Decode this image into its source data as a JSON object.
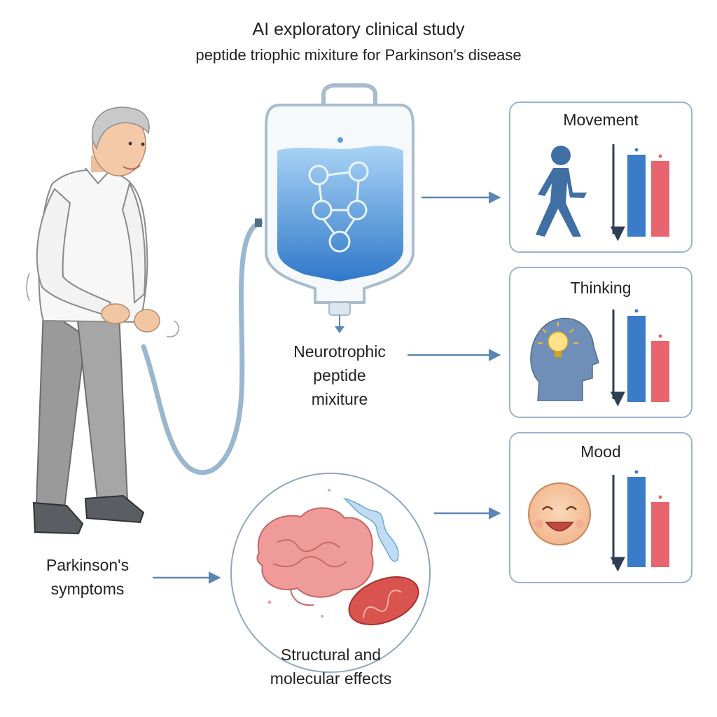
{
  "header": {
    "title": "AI exploratory clinical study",
    "subtitle": "peptide triophic mixiture for Parkinson's disease"
  },
  "labels": {
    "bag": [
      "Neurotrophic",
      "peptide",
      "mixiture"
    ],
    "patient": [
      "Parkinson's",
      "symptoms"
    ],
    "effects": [
      "Structural and",
      "molecular effects"
    ]
  },
  "panels": [
    {
      "label": "Movement",
      "icon": "walking-person-icon",
      "before": 0.78,
      "after": 0.72
    },
    {
      "label": "Thinking",
      "icon": "head-lightbulb-icon",
      "before": 0.82,
      "after": 0.58
    },
    {
      "label": "Mood",
      "icon": "smiling-face-icon",
      "before": 0.86,
      "after": 0.62
    }
  ],
  "colors": {
    "before_bar": "#3a7cc7",
    "after_bar": "#e8646e",
    "arrow": "#5b86b3",
    "panel_border": "#9bb3cc",
    "fluid": "#3d8fd6",
    "tube": "#9ab7cf"
  }
}
